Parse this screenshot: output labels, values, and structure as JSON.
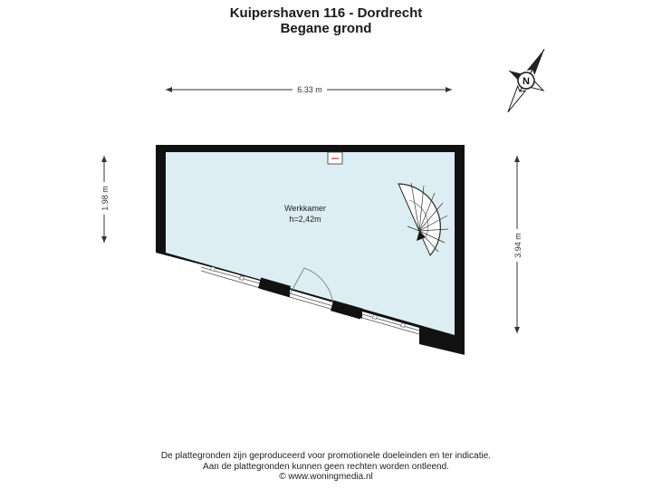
{
  "header": {
    "title": "Kuipershaven 116 - Dordrecht",
    "subtitle": "Begane grond"
  },
  "dimensions": {
    "top_width": "6.33 m",
    "left_height": "1.98 m",
    "right_height": "3.94 m"
  },
  "room": {
    "name": "Werkkamer",
    "height": "h=2,42m"
  },
  "compass": {
    "label": "N"
  },
  "footer": {
    "line1": "De plattegronden zijn geproduceerd voor promotionele doeleinden en ter indicatie.",
    "line2": "Aan de plattegronden kunnen geen rechten worden ontleend.",
    "line3": "© www.woningmedia.nl"
  },
  "colors": {
    "floor": "#dcedf3",
    "wall": "#111111"
  }
}
